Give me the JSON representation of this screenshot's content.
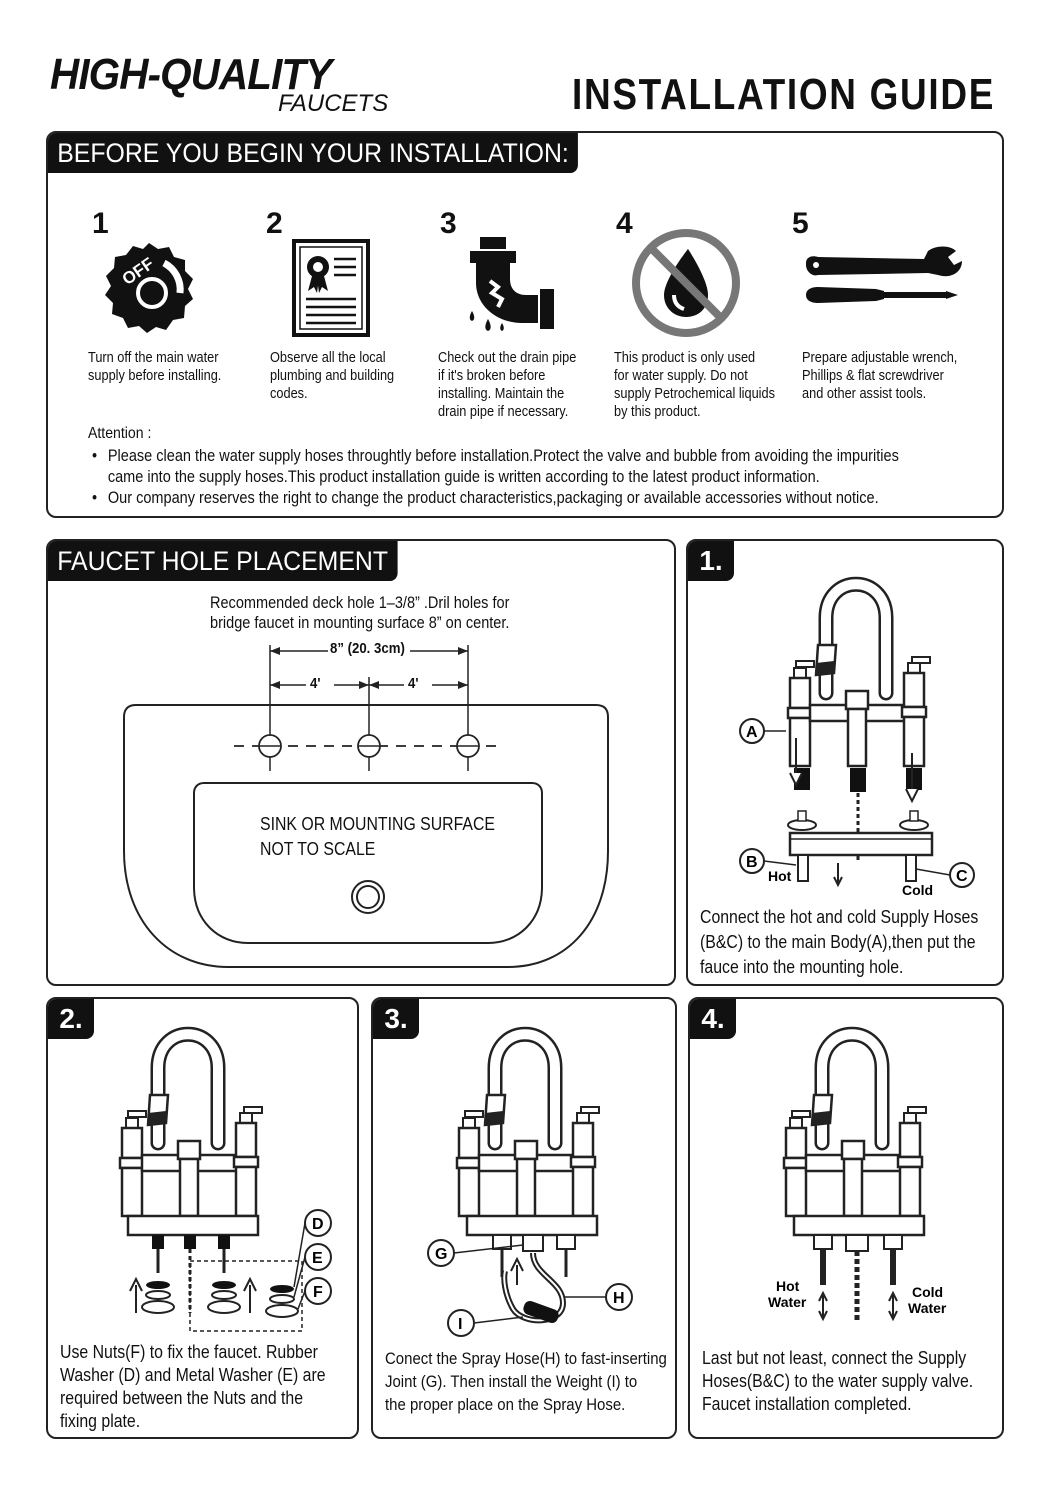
{
  "header": {
    "brand_line1": "HIGH-QUALITY",
    "brand_line2": "FAUCETS",
    "title": "INSTALLATION GUIDE"
  },
  "before": {
    "heading": "BEFORE YOU BEGIN YOUR INSTALLATION:",
    "steps": [
      {
        "num": "1",
        "icon": "off-knob-icon",
        "knob_text": "OFF",
        "lines": [
          "Turn off the main water",
          "supply before installing."
        ]
      },
      {
        "num": "2",
        "icon": "certificate-icon",
        "lines": [
          "Observe all the local",
          "plumbing and building",
          "codes."
        ]
      },
      {
        "num": "3",
        "icon": "broken-drain-pipe-icon",
        "lines": [
          "Check out the drain pipe",
          "if  it's  broken  before",
          "installing. Maintain the",
          "drain pipe if necessary."
        ]
      },
      {
        "num": "4",
        "icon": "no-liquid-icon",
        "lines": [
          "This product is only used",
          "for water supply. Do not",
          "supply Petrochemical liquids",
          "by this product."
        ]
      },
      {
        "num": "5",
        "icon": "wrench-screwdriver-icon",
        "lines": [
          "Prepare adjustable wrench,",
          "Phillips & flat screwdriver",
          "and other assist tools."
        ]
      }
    ],
    "attention_label": "Attention :",
    "bullets": [
      [
        "Please clean the water supply hoses throughtly before installation.Protect the valve and bubble from avoiding the impurities",
        "came into the supply hoses.This product installation guide is written according to the latest product information."
      ],
      [
        "Our company reserves the right to change the product characteristics,packaging or available accessories without notice."
      ]
    ]
  },
  "placement": {
    "heading": "FAUCET HOLE PLACEMENT",
    "note_line1": "Recommended deck hole 1–3/8” .Dril holes for",
    "note_line2": "bridge faucet in mounting surface 8”  on center.",
    "dim_total": "8” (20. 3cm)",
    "dim_left": "4'",
    "dim_right": "4'",
    "sink_line1": "SINK OR MOUNTING SURFACE",
    "sink_line2": "NOT TO SCALE"
  },
  "step1": {
    "num": "1.",
    "label_a": "A",
    "label_b": "B",
    "label_c": "C",
    "hot": "Hot",
    "cold": "Cold",
    "lines": [
      "Connect the hot and cold Supply Hoses",
      "(B&C) to the main Body(A),then put the",
      "fauce into the mounting hole."
    ]
  },
  "step2": {
    "num": "2.",
    "label_d": "D",
    "label_e": "E",
    "label_f": "F",
    "lines": [
      "Use Nuts(F) to fix the faucet. Rubber",
      "Washer (D) and Metal Washer (E) are",
      "required between the Nuts and the",
      "fixing plate."
    ]
  },
  "step3": {
    "num": "3.",
    "label_g": "G",
    "label_h": "H",
    "label_i": "I",
    "lines": [
      "Conect the Spray Hose(H) to fast-inserting",
      "Joint (G). Then install the Weight (I) to",
      "the proper place on the Spray Hose."
    ]
  },
  "step4": {
    "num": "4.",
    "hot_line1": "Hot",
    "hot_line2": "Water",
    "cold_line1": "Cold",
    "cold_line2": "Water",
    "lines": [
      "Last but not least, connect the Supply",
      "Hoses(B&C) to the water supply valve.",
      "Faucet installation completed."
    ]
  }
}
